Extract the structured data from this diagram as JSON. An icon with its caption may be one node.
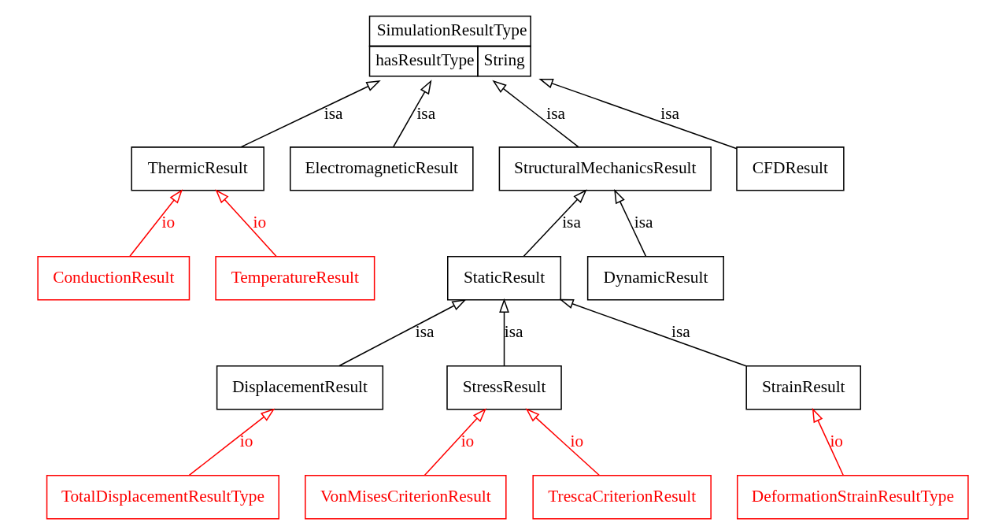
{
  "diagram": {
    "nodes": [
      {
        "text": [
          "SimulationResultType",
          "hasResultType",
          "String"
        ]
      },
      {
        "text": [
          "ThermicResult"
        ]
      },
      {
        "text": [
          "ElectromagneticResult"
        ]
      },
      {
        "text": [
          "StructuralMechanicsResult"
        ]
      },
      {
        "text": [
          "CFDResult"
        ]
      },
      {
        "text": [
          "ConductionResult"
        ]
      },
      {
        "text": [
          "TemperatureResult"
        ]
      },
      {
        "text": [
          "StaticResult"
        ]
      },
      {
        "text": [
          "DynamicResult"
        ]
      },
      {
        "text": [
          "DisplacementResult"
        ]
      },
      {
        "text": [
          "StressResult"
        ]
      },
      {
        "text": [
          "StrainResult"
        ]
      },
      {
        "text": [
          "TotalDisplacementResultType"
        ]
      },
      {
        "text": [
          "VonMisesCriterionResult"
        ]
      },
      {
        "text": [
          "TrescaCriterionResult"
        ]
      },
      {
        "text": [
          "DeformationStrainResultType"
        ]
      }
    ],
    "edges": [
      {
        "from": 1,
        "to": 0,
        "arrow": "to",
        "label": "isa"
      },
      {
        "from": 2,
        "to": 0,
        "arrow": "to",
        "label": "isa"
      },
      {
        "from": 3,
        "to": 0,
        "arrow": "to",
        "label": "isa"
      },
      {
        "from": 4,
        "to": 0,
        "arrow": "to",
        "label": "isa"
      },
      {
        "from": 5,
        "to": 1,
        "arrow": "to",
        "label": "io",
        "color": "#ff0000"
      },
      {
        "from": 6,
        "to": 1,
        "arrow": "to",
        "label": "io",
        "color": "#ff0000"
      },
      {
        "from": 7,
        "to": 3,
        "arrow": "to",
        "label": "isa"
      },
      {
        "from": 8,
        "to": 3,
        "arrow": "to",
        "label": "isa"
      },
      {
        "from": 9,
        "to": 7,
        "arrow": "to",
        "label": "isa"
      },
      {
        "from": 10,
        "to": 7,
        "arrow": "to",
        "label": "isa"
      },
      {
        "from": 11,
        "to": 7,
        "arrow": "to",
        "label": "isa"
      },
      {
        "from": 12,
        "to": 9,
        "arrow": "to",
        "label": "io",
        "color": "#ff0000"
      },
      {
        "from": 13,
        "to": 10,
        "arrow": "to",
        "label": "io",
        "color": "#ff0000"
      },
      {
        "from": 14,
        "to": 10,
        "arrow": "to",
        "label": "io",
        "color": "#ff0000"
      },
      {
        "from": 15,
        "to": 11,
        "arrow": "to",
        "label": "io",
        "color": "#ff0000"
      }
    ]
  }
}
